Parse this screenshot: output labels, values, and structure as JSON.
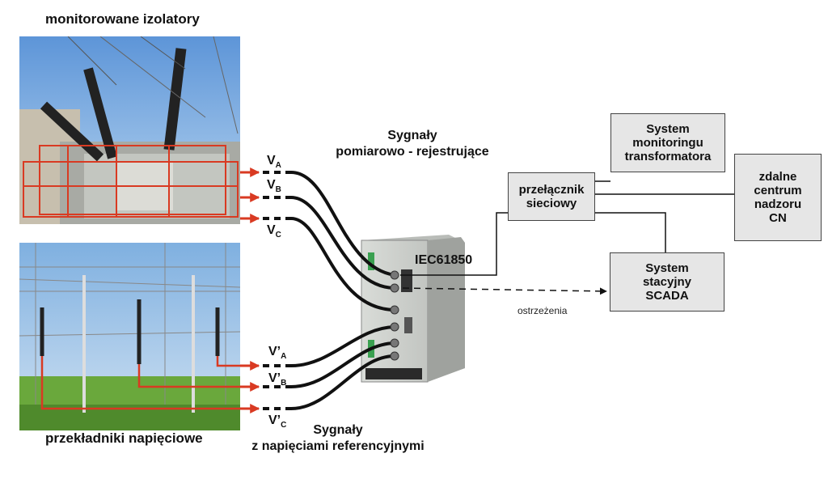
{
  "photos": {
    "insulators_title": "monitorowane izolatory",
    "transformers_title": "przekładniki napięciowe"
  },
  "signals": {
    "measurement_title": "Sygnały\npomiarowo - rejestrujące",
    "reference_title": "Sygnały\nz napięciami referencyjnymi",
    "va": {
      "main": "V",
      "sub": "A"
    },
    "vb": {
      "main": "V",
      "sub": "B"
    },
    "vc": {
      "main": "V",
      "sub": "C"
    },
    "vpa": {
      "main": "V’",
      "sub": "A"
    },
    "vpb": {
      "main": "V’",
      "sub": "B"
    },
    "vpc": {
      "main": "V’",
      "sub": "C"
    }
  },
  "device": {
    "protocol_label": "IEC61850",
    "warnings_label": "ostrzeżenia"
  },
  "boxes": {
    "network_switch": "przełącznik\nsieciowy",
    "transformer_monitoring": "System\nmonitoringu\ntransformatora",
    "remote_center": "zdalne\ncentrum\nnadzoru\nCN",
    "scada": "System\nstacyjny\nSCADA"
  },
  "colors": {
    "signal_arrow": "#d93a22",
    "cable": "#111111",
    "box_fill": "#e6e6e6",
    "sky": "#86b8e6",
    "grass": "#69a83a"
  }
}
